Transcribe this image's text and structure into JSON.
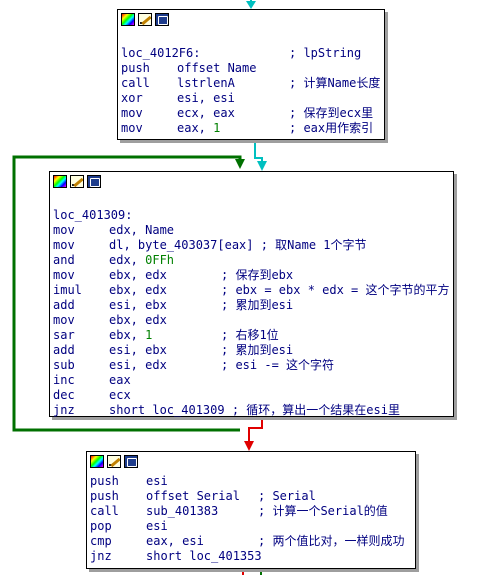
{
  "blocks": [
    {
      "id": "block_4012F6",
      "lines": [
        {
          "label": "loc_4012F6:",
          "comment": "; lpString"
        },
        {
          "mn": "push",
          "op": "offset Name"
        },
        {
          "mn": "call",
          "op": "lstrlenA",
          "comment": "; 计算Name长度"
        },
        {
          "mn": "xor",
          "op": "esi, esi"
        },
        {
          "mn": "mov",
          "op": "ecx, eax",
          "comment": "; 保存到ecx里"
        },
        {
          "mn": "mov",
          "op": "eax, ",
          "num": "1",
          "comment": "; eax用作索引"
        }
      ]
    },
    {
      "id": "block_401309",
      "lines": [
        {
          "label": "loc_401309:"
        },
        {
          "mn": "mov",
          "op": "edx, Name"
        },
        {
          "mn": "mov",
          "op": "dl, byte_403037[eax] ; 取Name 1个字节"
        },
        {
          "mn": "and",
          "op": "edx, ",
          "num": "0FFh"
        },
        {
          "mn": "mov",
          "op": "ebx, edx",
          "comment": "; 保存到ebx"
        },
        {
          "mn": "imul",
          "op": "ebx, edx",
          "comment": "; ebx = ebx * edx = 这个字节的平方"
        },
        {
          "mn": "add",
          "op": "esi, ebx",
          "comment": "; 累加到esi"
        },
        {
          "mn": "mov",
          "op": "ebx, edx"
        },
        {
          "mn": "sar",
          "op": "ebx, ",
          "num": "1",
          "comment": "; 右移1位"
        },
        {
          "mn": "add",
          "op": "esi, ebx",
          "comment": "; 累加到esi"
        },
        {
          "mn": "sub",
          "op": "esi, edx",
          "comment": "; esi -= 这个字符"
        },
        {
          "mn": "inc",
          "op": "eax"
        },
        {
          "mn": "dec",
          "op": "ecx"
        },
        {
          "mn": "jnz",
          "op": "short loc_401309 ; 循环，算出一个结果在esi里"
        }
      ]
    },
    {
      "id": "block_serial",
      "lines": [
        {
          "mn": "push",
          "op": "esi"
        },
        {
          "mn": "push",
          "op": "offset Serial",
          "comment": "; Serial"
        },
        {
          "mn": "call",
          "op": "sub_401383",
          "comment": "; 计算一个Serial的值"
        },
        {
          "mn": "pop",
          "op": "esi"
        },
        {
          "mn": "cmp",
          "op": "eax, esi",
          "comment": "; 两个值比对，一样则成功"
        },
        {
          "mn": "jnz",
          "op": "short loc_401353"
        }
      ]
    }
  ],
  "colors": {
    "edge_unconditional": "#00c0c0",
    "edge_true": "#007000",
    "edge_false": "#e00000",
    "shadow": "#9e9e9e"
  },
  "icons": [
    "color-palette-icon",
    "rename-pencil-icon",
    "graph-view-icon"
  ]
}
